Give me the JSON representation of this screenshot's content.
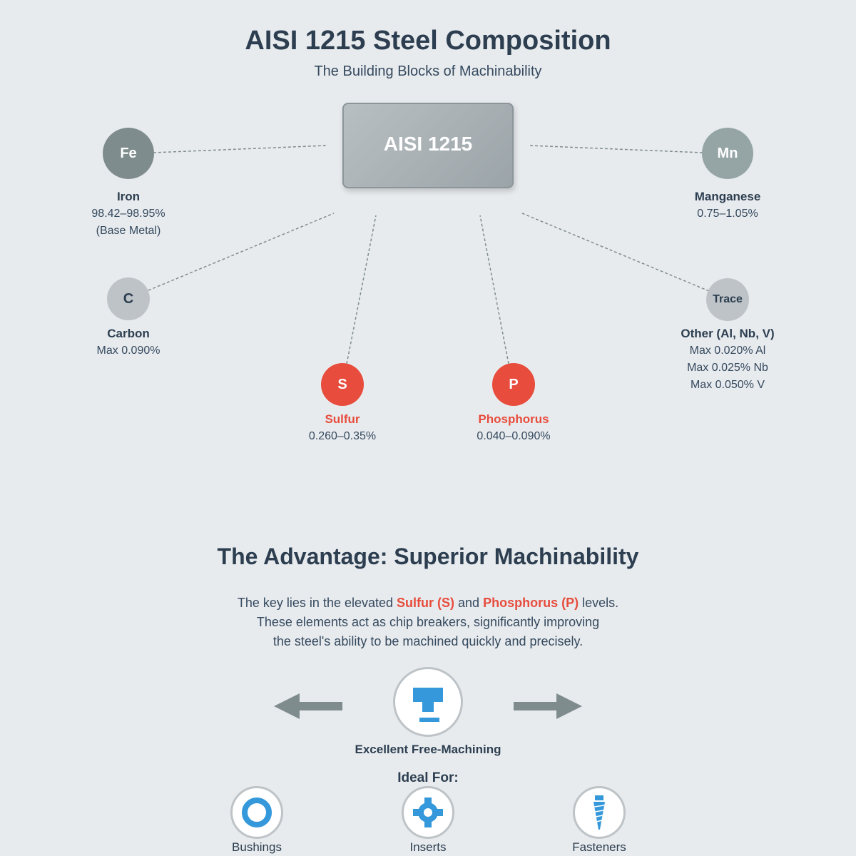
{
  "title": "AISI 1215 Steel Composition",
  "subtitle": "The Building Blocks of Machinability",
  "core_label": "AISI 1215",
  "colors": {
    "background": "#e8ebee",
    "heading": "#2c3e50",
    "accent_red": "#e74c3c",
    "accent_blue": "#3498db",
    "iron": "#7f8c8d",
    "manganese": "#95a5a6",
    "carbon": "#bdc3c7",
    "trace": "#bdc3c7"
  },
  "elements": {
    "fe": {
      "symbol": "Fe",
      "name": "Iron",
      "value": "98.42–98.95%",
      "note": "(Base Metal)"
    },
    "mn": {
      "symbol": "Mn",
      "name": "Manganese",
      "value": "0.75–1.05%"
    },
    "c": {
      "symbol": "C",
      "name": "Carbon",
      "value": "Max 0.090%"
    },
    "s": {
      "symbol": "S",
      "name": "Sulfur",
      "value": "0.260–0.35%"
    },
    "p": {
      "symbol": "P",
      "name": "Phosphorus",
      "value": "0.040–0.090%"
    },
    "trace": {
      "symbol": "Trace",
      "name": "Other (Al, Nb, V)",
      "values": [
        "Max 0.020% Al",
        "Max 0.025% Nb",
        "Max 0.050% V"
      ]
    }
  },
  "advantage": {
    "heading": "The Advantage: Superior Machinability",
    "p1_pre": "The key lies in the elevated ",
    "p1_sulfur": "Sulfur (S)",
    "p1_mid": " and ",
    "p1_phos": "Phosphorus (P)",
    "p1_post": " levels.",
    "p2": "These elements act as chip breakers, significantly improving",
    "p3": "the steel's ability to be machined quickly and precisely.",
    "machining_label": "Excellent Free-Machining",
    "machining_icon": "machining-tool-icon"
  },
  "ideal_for": {
    "heading": "Ideal For:",
    "items": [
      {
        "label": "Bushings",
        "icon": "bushing-icon"
      },
      {
        "label": "Inserts",
        "icon": "insert-gear-icon"
      },
      {
        "label": "Fasteners",
        "icon": "fastener-screw-icon"
      }
    ]
  }
}
